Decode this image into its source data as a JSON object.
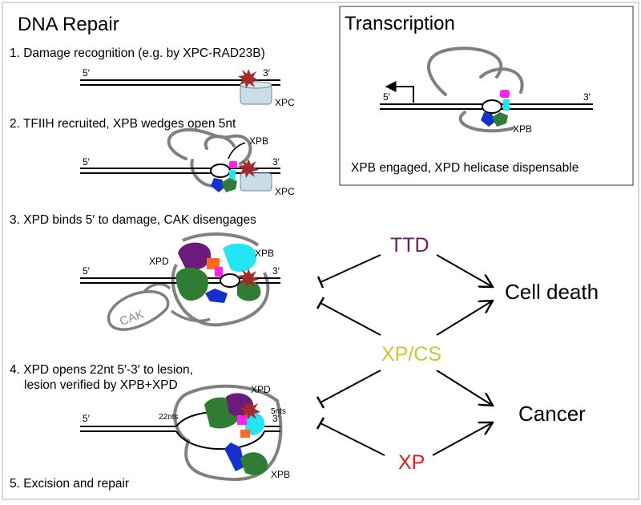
{
  "dna_repair": {
    "title": "DNA Repair",
    "steps": [
      "1. Damage recognition (e.g. by XPC-RAD23B)",
      "2. TFIIH recruited, XPB wedges open 5nt",
      "3. XPD binds 5′ to damage, CAK disengages",
      "4. XPD opens 22nt 5′-3′ to lesion,",
      "lesion verified by XPB+XPD",
      "5. Excision and repair"
    ]
  },
  "transcription": {
    "title": "Transcription",
    "caption": "XPB engaged, XPD helicase dispensable"
  },
  "labels": {
    "five_prime": "5′",
    "three_prime": "3′",
    "xpc": "XPC",
    "xpb": "XPB",
    "xpd": "XPD",
    "cak": "CAK",
    "nts22": "22nts",
    "nts5": "5nts"
  },
  "phenotypes": {
    "ttd": "TTD",
    "xpcs": "XP/CS",
    "xp": "XP",
    "cell_death": "Cell death",
    "cancer": "Cancer"
  },
  "colors": {
    "ttd": "#6a1a6a",
    "xpcs": "#c8c832",
    "xp": "#e31b1b",
    "lesion": "#a52a2a",
    "xpc": "#c8dde6",
    "green": "#2e7d32",
    "blue": "#1530d0",
    "magenta": "#ff22ee",
    "cyan": "#22e6f2",
    "purple": "#6b1b7a",
    "orange": "#ff6a1a",
    "tfiih_outline": "#808080"
  }
}
